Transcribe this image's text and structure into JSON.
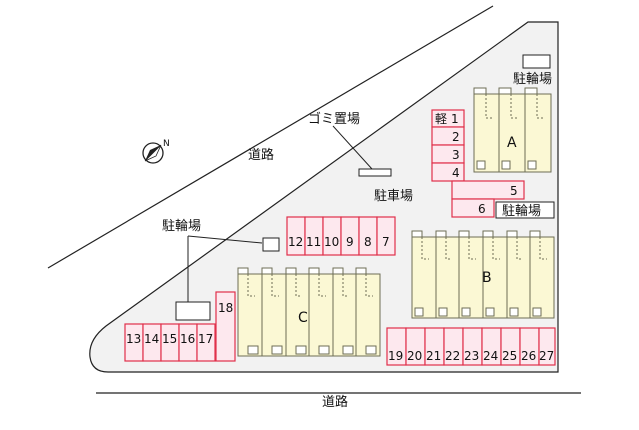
{
  "map": {
    "roads": {
      "top": "道路",
      "bottom": "道路"
    },
    "north_icon": "north-arrow-icon",
    "labels": {
      "bike_top_right": "駐輪場",
      "bike_mid_right": "駐輪場",
      "bike_left": "駐輪場",
      "garbage": "ゴミ置場",
      "parking": "駐車場"
    },
    "buildings": {
      "a": "A",
      "b": "B",
      "c": "C"
    },
    "parking_spaces": {
      "kei_label": "軽",
      "right_column": [
        "1",
        "2",
        "3",
        "4"
      ],
      "right_wide": [
        "5",
        "6"
      ],
      "middle_row": [
        "12",
        "11",
        "10",
        "9",
        "8",
        "7"
      ],
      "left_row": [
        "13",
        "14",
        "15",
        "16",
        "17"
      ],
      "tall_left": "18",
      "bottom_row": [
        "19",
        "20",
        "21",
        "22",
        "23",
        "24",
        "25",
        "26",
        "27"
      ]
    },
    "colors": {
      "parking_outline": "#e0304a",
      "parking_fill": "#fde8ee",
      "building_fill": "#fbf8d4",
      "building_outline": "#6d6d55",
      "lot_fill": "#f2f2f2",
      "lines": "#222222"
    }
  }
}
